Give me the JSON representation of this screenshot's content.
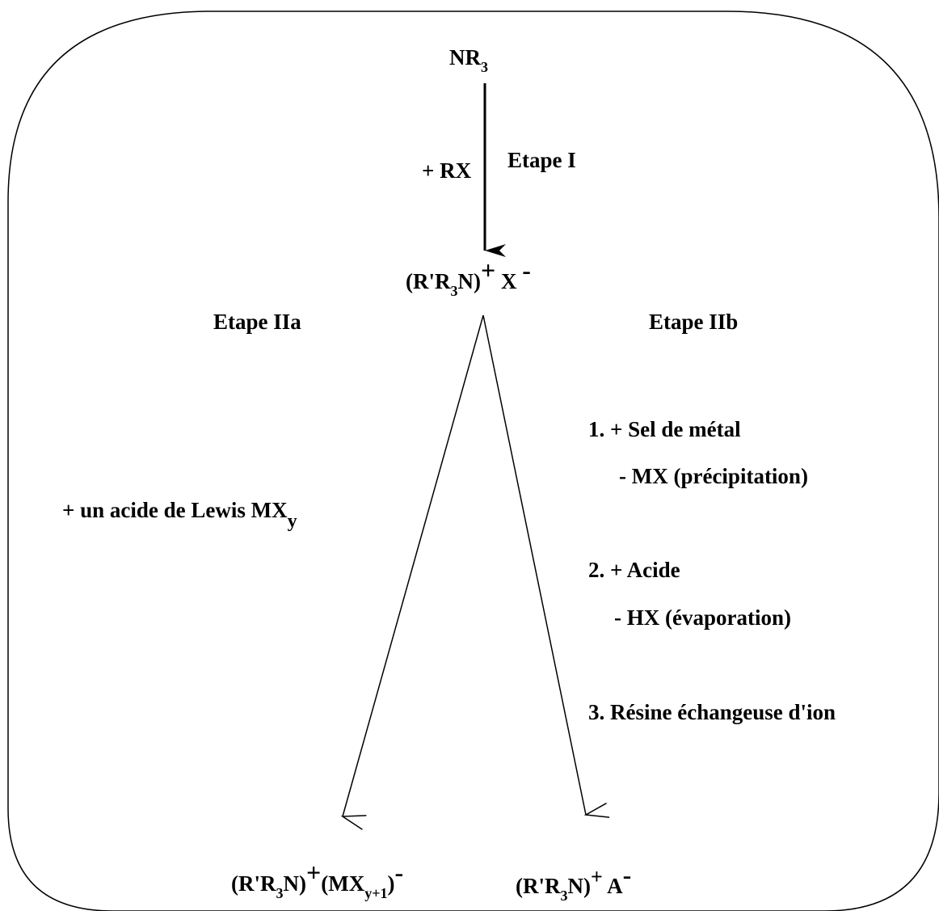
{
  "diagram": {
    "top_compound": {
      "main": "NR",
      "sub": "3"
    },
    "step1": {
      "reagent": "+ RX",
      "label": "Etape I"
    },
    "intermediate": {
      "part1": "(R'R",
      "sub": "3",
      "part2": "N)",
      "sup": "+",
      "anion": "X",
      "anion_sup": "-"
    },
    "step2a": {
      "label": "Etape IIa",
      "reagent_main": "+ un acide de Lewis MX",
      "reagent_sub": "y"
    },
    "step2b": {
      "label": "Etape IIb",
      "items": [
        "1. + Sel de métal",
        "- MX (précipitation)",
        "2. + Acide",
        "- HX (évaporation)",
        "3. Résine échangeuse d'ion"
      ]
    },
    "product_a": {
      "part1": "(R'R",
      "sub1": "3",
      "part2": "N)",
      "sup1": "+",
      "part3": "(MX",
      "sub2": "y+1",
      "part4": ")",
      "sup2": "-"
    },
    "product_b": {
      "part1": "(R'R",
      "sub1": "3",
      "part2": "N)",
      "sup1": "+",
      "part3": " A",
      "sup2": "-"
    }
  },
  "colors": {
    "stroke": "#000000",
    "background": "#ffffff"
  }
}
